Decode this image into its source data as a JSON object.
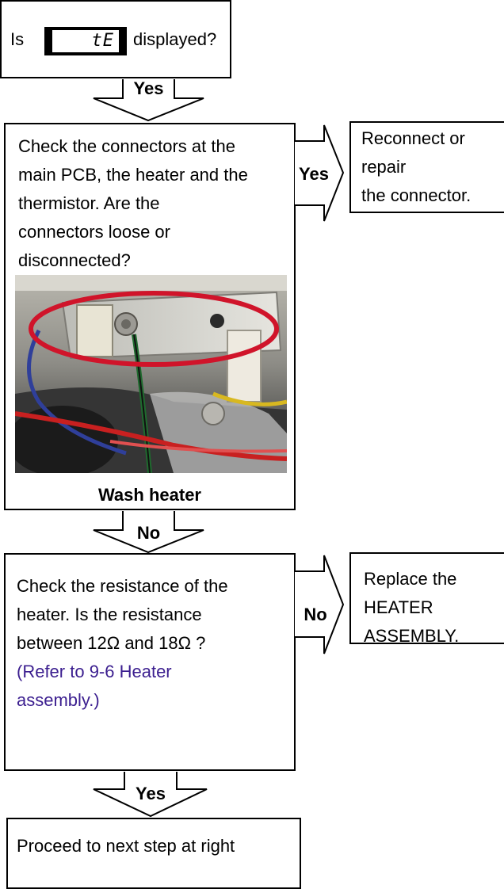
{
  "step1": {
    "prefix": "Is",
    "display_code": "tE",
    "suffix": "displayed?"
  },
  "arrow1_label": "Yes",
  "step2": {
    "question": "Check the connectors at the\nmain PCB, the heater and the\nthermistor.  Are the\nconnectors loose or\ndisconnected?",
    "photo_caption": "Wash heater"
  },
  "side1": {
    "arrow_label": "Yes",
    "text": "Reconnect or\nrepair\nthe connector."
  },
  "arrow2_label": "No",
  "step3": {
    "question": "Check the resistance of the\nheater.  Is the resistance\nbetween 12Ω  and 18Ω ?",
    "reference": "(Refer to 9-6 Heater\nassembly.)"
  },
  "side2": {
    "arrow_label": "No",
    "text": "Replace the\nHEATER\nASSEMBLY."
  },
  "arrow3_label": "Yes",
  "step4": {
    "text": "Proceed to next step at right"
  },
  "colors": {
    "reference_link": "#3b1e8f",
    "highlight_ring": "#d0142a"
  }
}
